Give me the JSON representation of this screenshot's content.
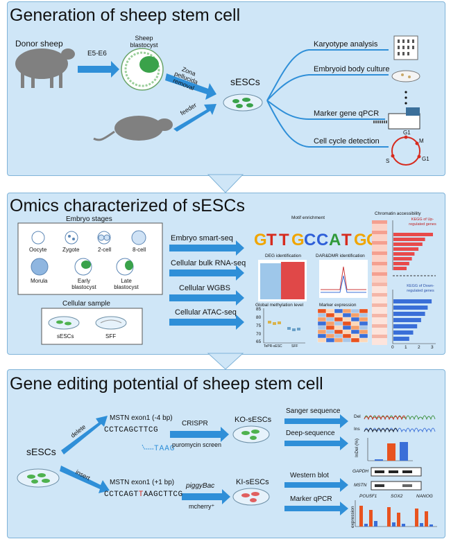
{
  "colors": {
    "panel_bg": "#cfe6f7",
    "arrow_blue": "#2f8fd8",
    "ko_red": "#d62b1f",
    "kegg_up_red": "#e84a4a",
    "kegg_down_blue": "#3a6fd8",
    "embryo_green": "#3aa24a",
    "sesc_green": "#4fb24f",
    "sheep_gray": "#808080"
  },
  "section1": {
    "title": "Generation of sheep stem cell",
    "donor": "Donor sheep",
    "stage": "E5-E6",
    "blastocyst": "Sheep blastocyst",
    "zona": "Zona pellucida removal",
    "sescs": "sESCs",
    "feeder": "feeder",
    "assays": [
      "Karyotype analysis",
      "Embryoid body culture",
      "Marker gene qPCR",
      "Cell cycle detection"
    ],
    "cycle_labels": [
      "G1",
      "M",
      "S",
      "G1"
    ]
  },
  "section2": {
    "title": "Omics characterized of sESCs",
    "embryo_header": "Embryo stages",
    "stages": [
      "Oocyte",
      "Zygote",
      "2-cell",
      "8-cell",
      "Morula",
      "Early blastocyst",
      "Late blastocyst"
    ],
    "cellular_header": "Cellular sample",
    "samples": [
      "sESCs",
      "SFF"
    ],
    "methods": [
      "Embryo smart-seq",
      "Cellular bulk RNA-seq",
      "Cellular WGBS",
      "Cellular ATAC-seq"
    ],
    "motif_title": "Motif enrichment",
    "motif_seq": [
      "G",
      "T",
      "T",
      "G",
      "C",
      "C",
      "A",
      "T",
      "G",
      "G"
    ],
    "deg": "DEG identification",
    "dar": "DAR&DMR identification",
    "methylation": "Global methylation level",
    "marker_expr": "Marker expression",
    "chromatin": "Chromatin accessibility",
    "kegg_up": "KEGG of Up-regulated genes",
    "kegg_down": "KEGG of Down-regulated genes",
    "meth_yticks": [
      "85",
      "80",
      "75",
      "70",
      "65"
    ],
    "meth_xlabels": [
      "TePR-sESC",
      "SFF"
    ],
    "kegg_xticks": [
      "0",
      "1",
      "2",
      "3"
    ],
    "kegg_up_values": [
      3.0,
      2.4,
      2.2,
      1.9,
      1.6,
      1.4,
      1.2,
      1.0
    ],
    "kegg_down_values": [
      2.9,
      2.6,
      2.4,
      2.1,
      1.8,
      1.5,
      1.2
    ]
  },
  "section3": {
    "title": "Gene editing potential of sheep stem cell",
    "sescs": "sESCs",
    "delete": "delete",
    "insert": "insert",
    "ko_exon": "MSTN exon1 (-4 bp)",
    "ko_seq": "CCTCAGCTTCG",
    "ko_removed": "TAAG",
    "crispr": "CRISPR",
    "puromycin": "puromycin screen",
    "ko_cells": "KO-sESCs",
    "ki_exon": "MSTN exon1 (+1 bp)",
    "ki_seq_a": "CCTCAGT",
    "ki_seq_b": "T",
    "ki_seq_c": "AAGCTTCG",
    "piggybac": "piggyBac",
    "mcherry": "mcherry⁺",
    "ki_cells": "KI-sESCs",
    "sanger": "Sanger sequence",
    "del": "Del",
    "ins": "Ins",
    "deep": "Deep-sequence",
    "indel_label": "InDel (%)",
    "western": "Western blot",
    "gapdh": "GAPDH",
    "mstn": "MSTN",
    "qpcr": "Marker qPCR",
    "genes": [
      "POU5F1",
      "SOX2",
      "NANOG"
    ],
    "expression": "expression"
  }
}
